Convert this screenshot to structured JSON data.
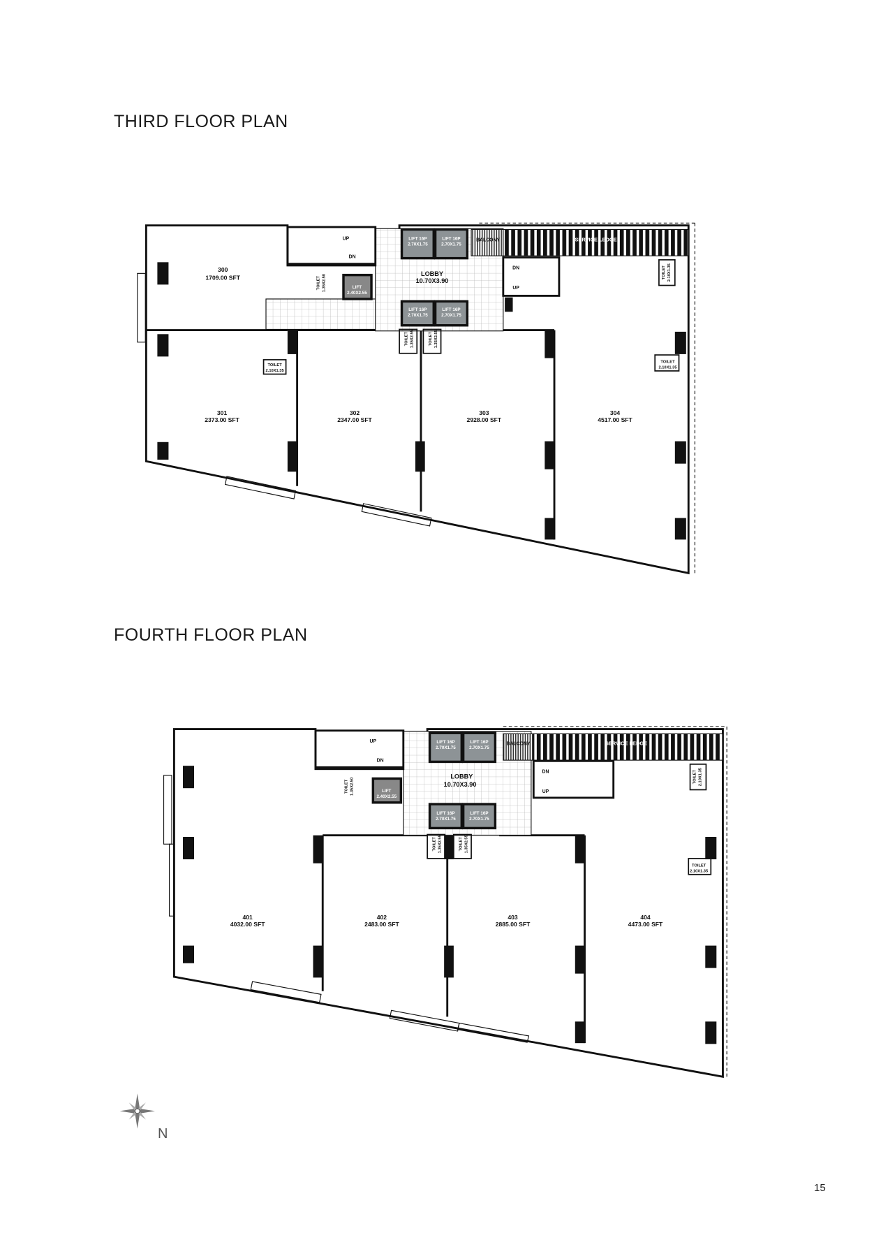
{
  "page_number": "15",
  "compass": {
    "label": "N"
  },
  "third_floor": {
    "title": "THIRD FLOOR PLAN",
    "units": [
      {
        "no": "300",
        "area": "1709.00 SFT"
      },
      {
        "no": "301",
        "area": "2373.00 SFT"
      },
      {
        "no": "302",
        "area": "2347.00 SFT"
      },
      {
        "no": "303",
        "area": "2928.00 SFT"
      },
      {
        "no": "304",
        "area": "4517.00 SFT"
      }
    ],
    "core": {
      "lobby": "LOBBY",
      "lobby_size": "10.70X3.90",
      "lift_16p": "LIFT 16P",
      "lift_16p_size": "2.70X1.75",
      "lift": "LIFT",
      "lift_size": "2.40X2.55",
      "balcony": "BALCONY",
      "service_ledge": "SERVICE LEDGE",
      "toilet": "TOILET",
      "toilet_a": "1.35X2.50",
      "toilet_b": "1.35X2.55",
      "toilet_c": "2.10X1.35",
      "up": "UP",
      "dn": "DN"
    }
  },
  "fourth_floor": {
    "title": "FOURTH FLOOR PLAN",
    "units": [
      {
        "no": "401",
        "area": "4032.00 SFT"
      },
      {
        "no": "402",
        "area": "2483.00 SFT"
      },
      {
        "no": "403",
        "area": "2885.00 SFT"
      },
      {
        "no": "404",
        "area": "4473.00 SFT"
      }
    ],
    "core": {
      "lobby": "LOBBY",
      "lobby_size": "10.70X3.90",
      "lift_16p": "LIFT 16P",
      "lift_16p_size": "2.70X1.75",
      "lift": "LIFT",
      "lift_size": "2.40X2.55",
      "balcony": "BALCONY",
      "service_ledge": "SERVICE LEDGE",
      "toilet": "TOILET",
      "toilet_a": "1.35X2.50",
      "toilet_b": "1.35X2.55",
      "toilet_c": "2.10X1.35",
      "up": "UP",
      "dn": "DN"
    }
  }
}
